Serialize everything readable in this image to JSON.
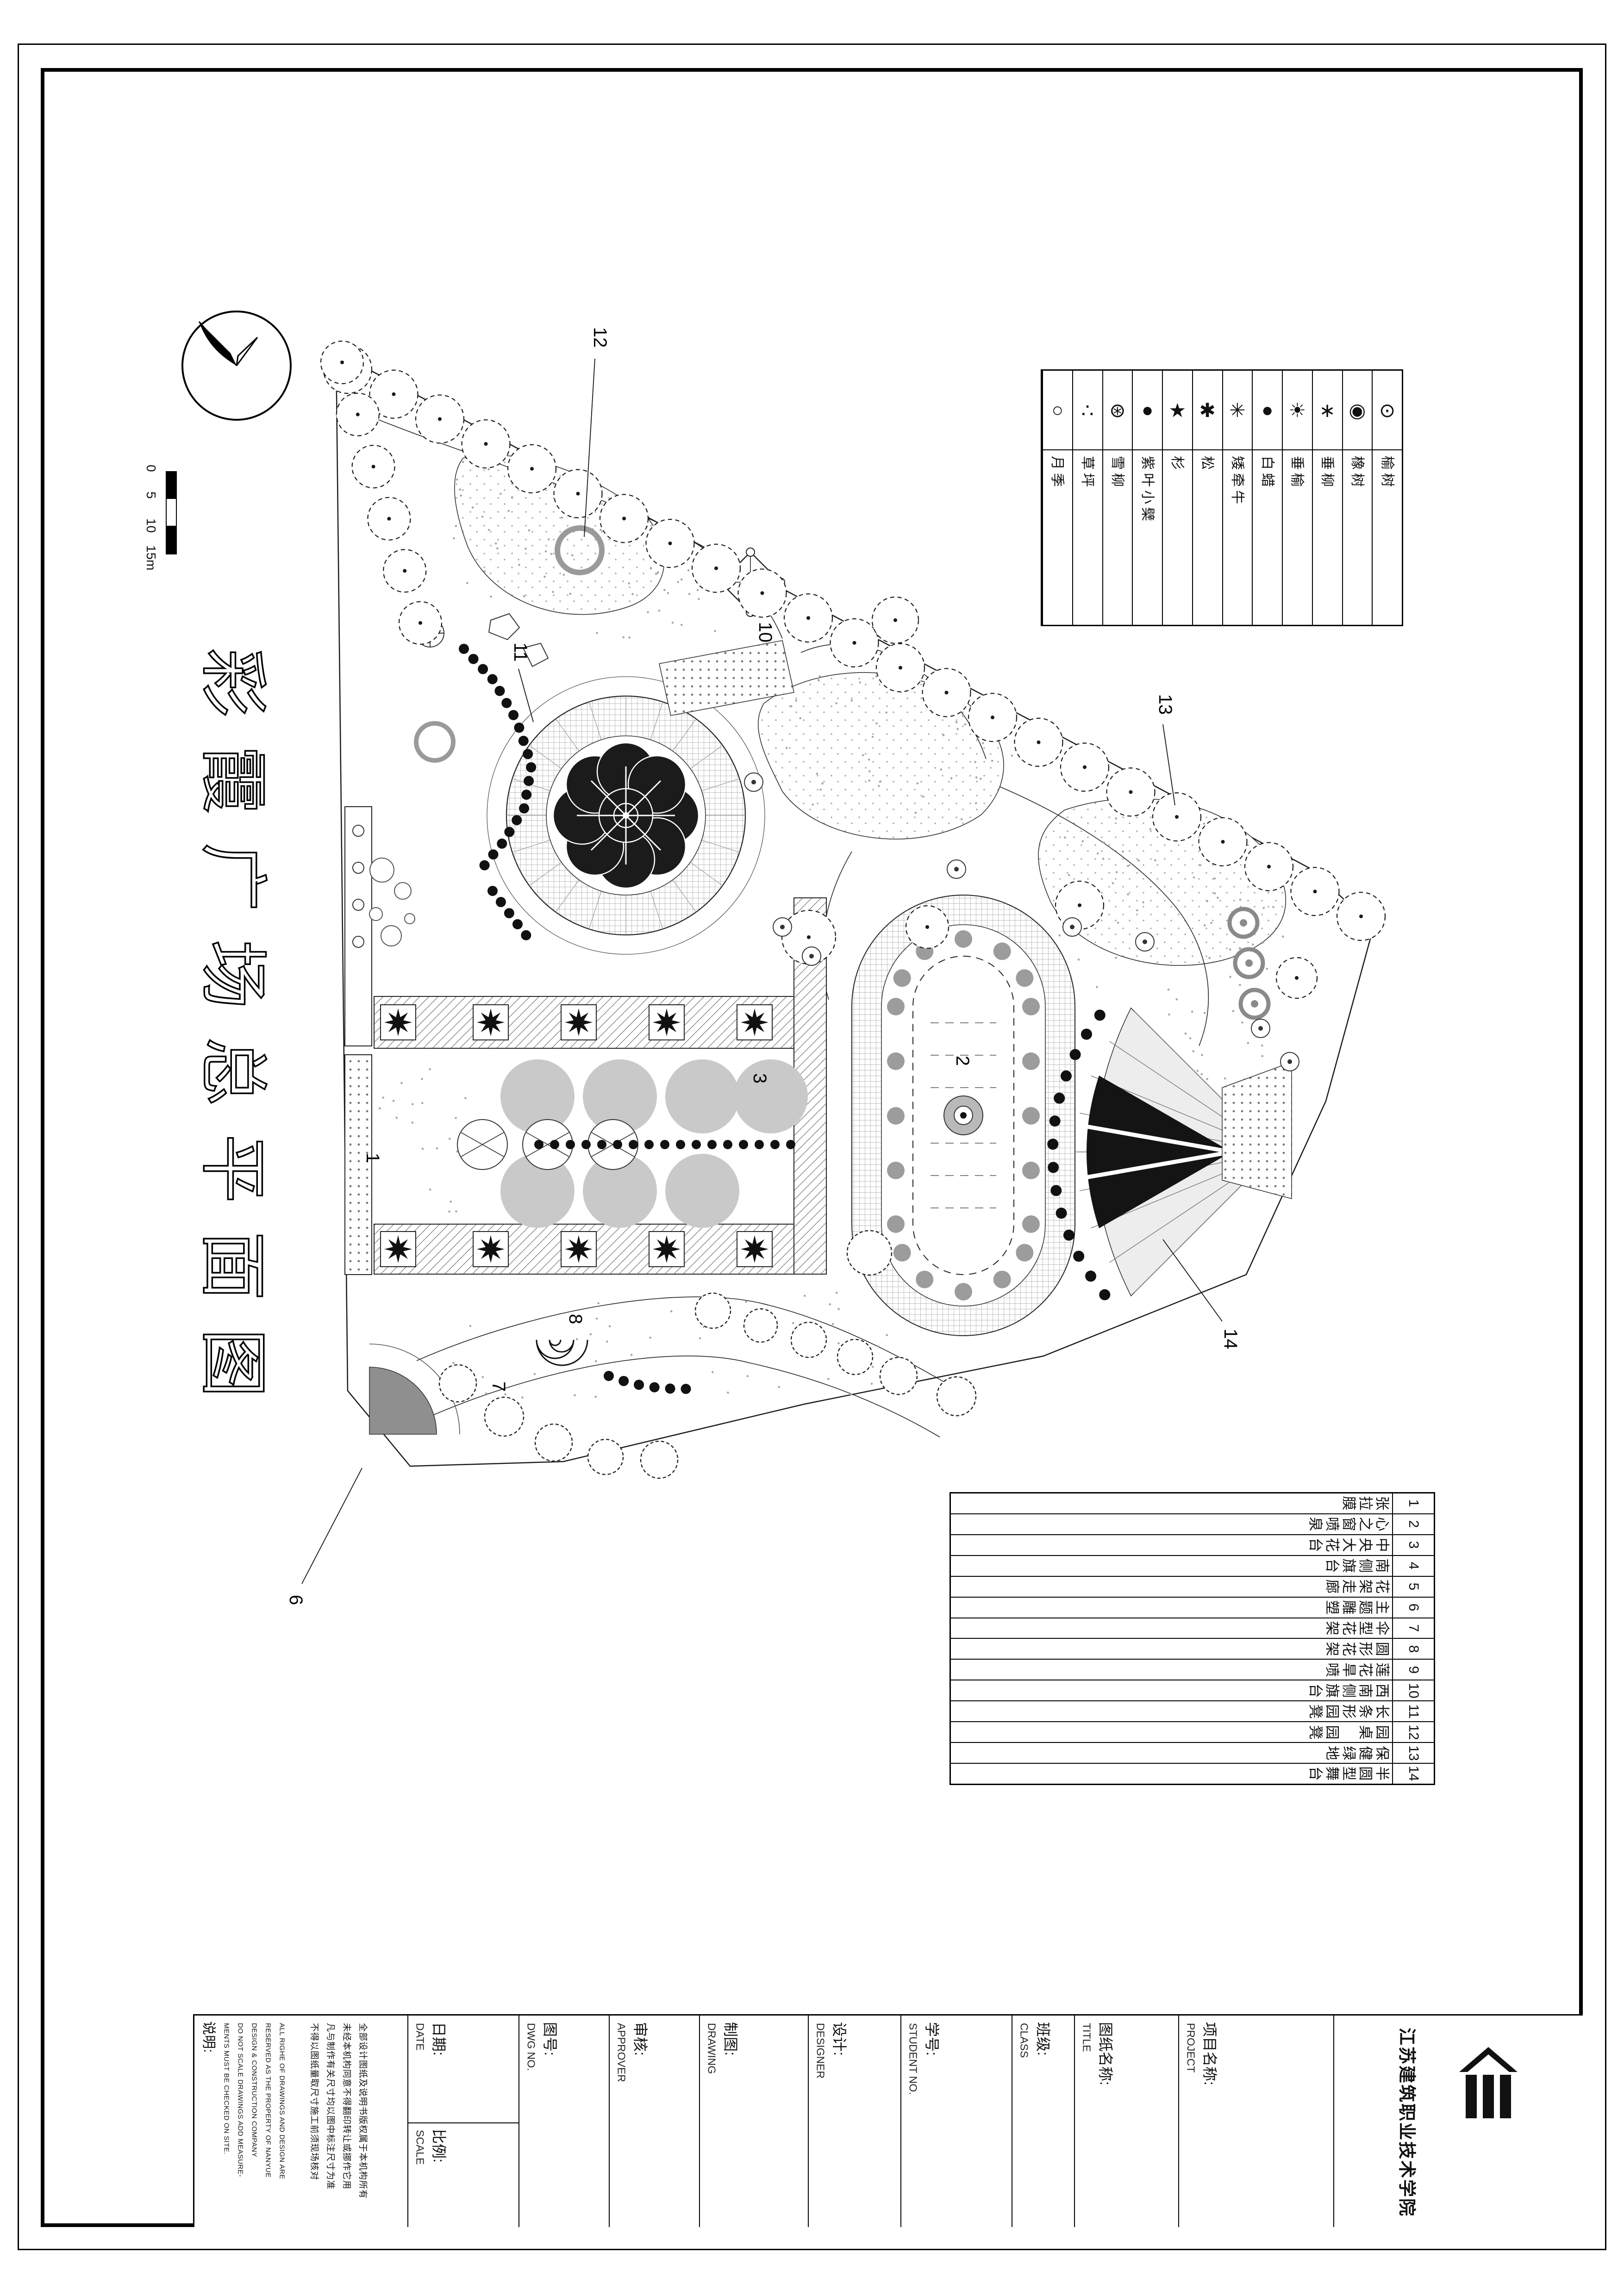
{
  "sheet": {
    "main_title": "彩霞广场总平面图",
    "scale_ticks": [
      "0",
      "5",
      "10",
      "15m"
    ]
  },
  "plant_legend": {
    "items": [
      {
        "name": "榆树",
        "symbol": "⊙"
      },
      {
        "name": "橡树",
        "symbol": "◉"
      },
      {
        "name": "垂柳",
        "symbol": "∗"
      },
      {
        "name": "垂榆",
        "symbol": "☀"
      },
      {
        "name": "白蜡",
        "symbol": "●"
      },
      {
        "name": "矮牵牛",
        "symbol": "✳"
      },
      {
        "name": "松",
        "symbol": "✱"
      },
      {
        "name": "杉",
        "symbol": "★"
      },
      {
        "name": "紫叶小檗",
        "symbol": "●"
      },
      {
        "name": "雪柳",
        "symbol": "⊛"
      },
      {
        "name": "草坪",
        "symbol": "∴"
      },
      {
        "name": "月季",
        "symbol": "○"
      }
    ]
  },
  "item_legend": {
    "items": [
      {
        "no": "1",
        "name": "张拉膜"
      },
      {
        "no": "2",
        "name": "心之窗喷泉"
      },
      {
        "no": "3",
        "name": "中央大花台"
      },
      {
        "no": "4",
        "name": "南侧旗台"
      },
      {
        "no": "5",
        "name": "花架走廊"
      },
      {
        "no": "6",
        "name": "主题雕塑"
      },
      {
        "no": "7",
        "name": "伞型花架"
      },
      {
        "no": "8",
        "name": "圆形花架"
      },
      {
        "no": "9",
        "name": "莲花旱喷"
      },
      {
        "no": "10",
        "name": "西南侧旗台"
      },
      {
        "no": "11",
        "name": "长条形园凳"
      },
      {
        "no": "12",
        "name": "园桌 园凳"
      },
      {
        "no": "13",
        "name": "保健绿地"
      },
      {
        "no": "14",
        "name": "半圆型舞台"
      }
    ]
  },
  "plan": {
    "callouts": [
      {
        "label": "12"
      },
      {
        "label": "10"
      },
      {
        "label": "11"
      },
      {
        "label": "13"
      },
      {
        "label": "2"
      },
      {
        "label": "3"
      },
      {
        "label": "1"
      },
      {
        "label": "8"
      },
      {
        "label": "7"
      },
      {
        "label": "6"
      },
      {
        "label": "14"
      }
    ]
  },
  "title_block": {
    "notes_label": "说明:",
    "notes_zh": [
      "全部设计图纸及说明书版权属于本机构所有",
      "未经本机构同意不得翻印转让或挪作它用",
      "凡与制作有关尺寸均以图中标注尺寸为准",
      "不得以图纸量取尺寸施工前须现场核对"
    ],
    "notes_en": [
      "ALL RIGHE OF DRAWINGS AND DESIGN ARE",
      "RESERVED AS THE PROPERTY OF NANYUE",
      "DESIGN & CONSTRUCTION COMPANY",
      "DO NOT SCALE DRAWINGS ADD MEASURE-",
      "MENTS MUST BE CHECKED ON SITE."
    ],
    "fields": [
      {
        "zh": "日期:",
        "en": "DATE"
      },
      {
        "zh": "比例:",
        "en": "SCALE"
      },
      {
        "zh": "图号:",
        "en": "DWG NO."
      },
      {
        "zh": "审核:",
        "en": "APPROVER"
      },
      {
        "zh": "制图:",
        "en": "DRAWING"
      },
      {
        "zh": "设计:",
        "en": "DESIGNER"
      },
      {
        "zh": "学号:",
        "en": "STUDENT NO."
      },
      {
        "zh": "班级:",
        "en": "CLASS"
      },
      {
        "zh": "图纸名称:",
        "en": "TITLE"
      },
      {
        "zh": "项目名称:",
        "en": "PROJECT"
      }
    ],
    "school": "江苏建筑职业技术学院"
  }
}
